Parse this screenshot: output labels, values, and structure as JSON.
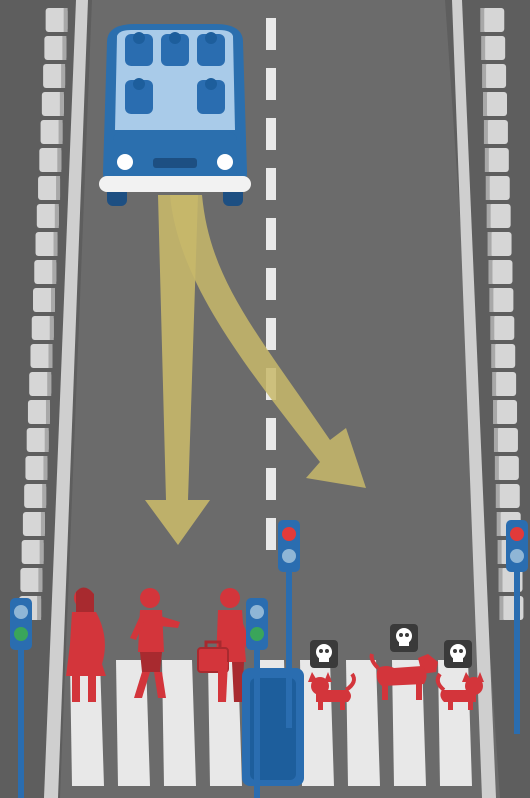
{
  "scene": {
    "colors": {
      "road": "#666666",
      "edge": "#999999",
      "barrier_face": "#d6d6d6",
      "barrier_side": "#a8a8a8",
      "lane_line": "#e9e9e9",
      "car_blue": "#2b6fae",
      "car_dark": "#1d4f82",
      "car_light": "#a9cbe9",
      "seat": "#1d5e9c",
      "arrow": "#c8b86a",
      "figure_red": "#d3353b",
      "signal_blue": "#2a6db0",
      "signal_red": "#e23a3a",
      "signal_green": "#3aa55a",
      "skull_bg": "#3a3a3a",
      "skull": "#ffffff"
    },
    "icons": {
      "vehicle": "self-driving-car-icon",
      "straight_arrow": "arrow-straight-icon",
      "swerve_arrow": "arrow-swerve-icon",
      "skull": "skull-icon",
      "walk": "walk-signal-icon",
      "stop": "stop-hand-icon"
    },
    "people": [
      "pregnant-woman",
      "runner",
      "businessman"
    ],
    "animals": [
      "cat",
      "dog",
      "cat"
    ],
    "signals": {
      "left": "green",
      "center": "green",
      "middle_tall": "red",
      "right": "red"
    }
  }
}
